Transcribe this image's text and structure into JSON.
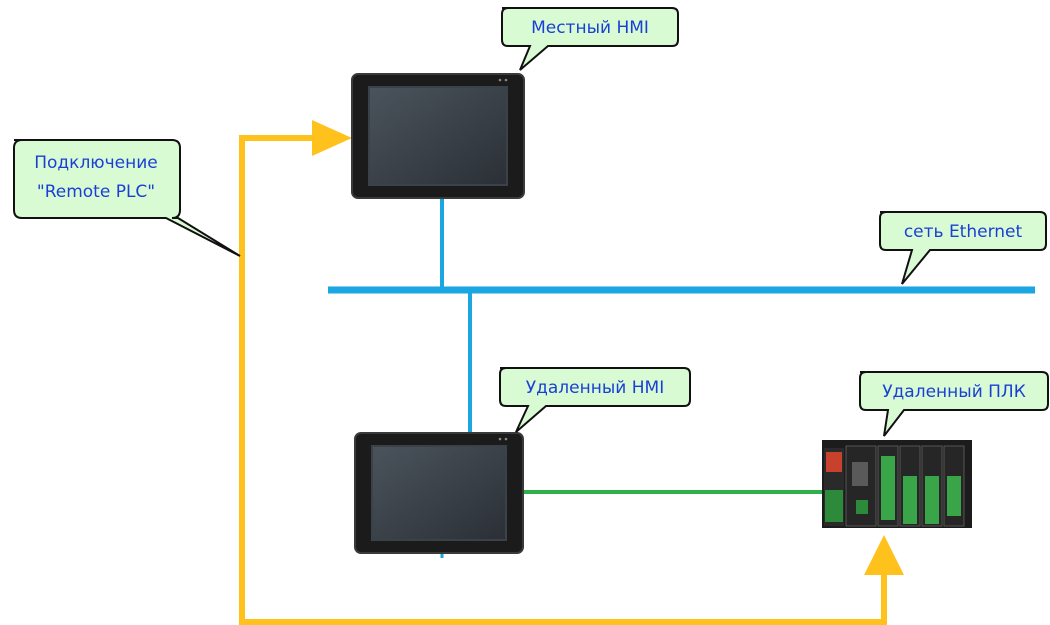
{
  "callouts": {
    "local_hmi": "Местный HMI",
    "remote_plc_link_line1": "Подключение",
    "remote_plc_link_line2": "\"Remote PLC\"",
    "ethernet": "сеть Ethernet",
    "remote_hmi": "Удаленный HMI",
    "remote_plc": "Удаленный ПЛК"
  },
  "colors": {
    "ethernet_line": "#1aa6e0",
    "serial_line": "#2fb04a",
    "remote_link": "#ffc21c",
    "callout_fill": "#d9fbd4",
    "callout_text": "#1a3fd6"
  },
  "icons": {
    "hmi": "hmi-panel-icon",
    "plc": "plc-module-icon"
  }
}
